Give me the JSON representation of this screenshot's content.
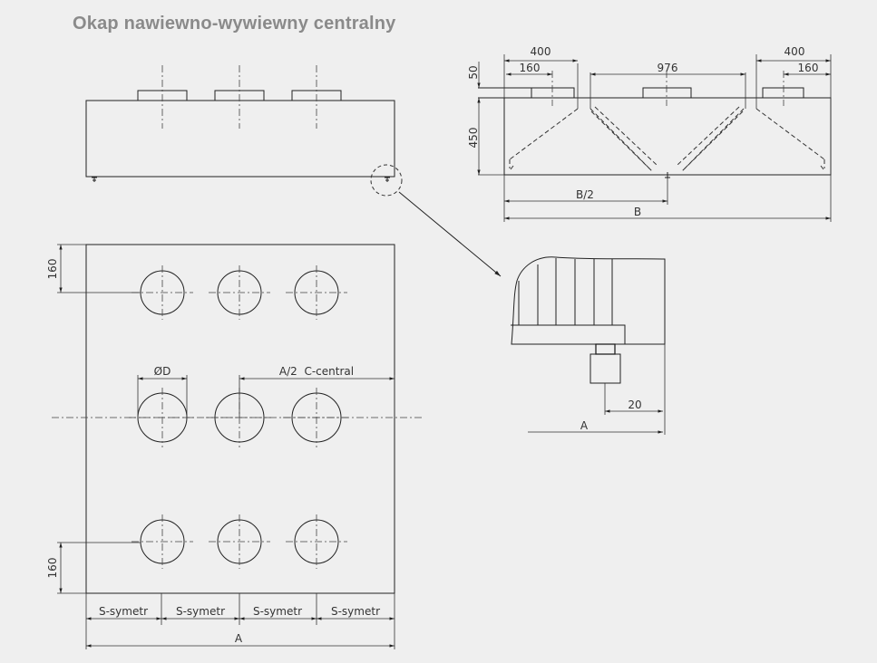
{
  "title": "Okap nawiewno-wywiewny centralny",
  "side_view": {
    "dim_400_left": "400",
    "dim_160_left": "160",
    "dim_976": "976",
    "dim_400_right": "400",
    "dim_160_right": "160",
    "dim_50": "50",
    "dim_450": "450",
    "dim_b_half": "B/2",
    "dim_b": "B"
  },
  "plan_view": {
    "dim_160_top": "160",
    "dim_160_bottom": "160",
    "dim_od": "ØD",
    "dim_a_half": "A/2  C-central",
    "dim_s": [
      "S-symetr",
      "S-symetr",
      "S-symetr",
      "S-symetr"
    ],
    "dim_a": "A"
  },
  "detail": {
    "dim_20": "20",
    "dim_a": "A"
  }
}
